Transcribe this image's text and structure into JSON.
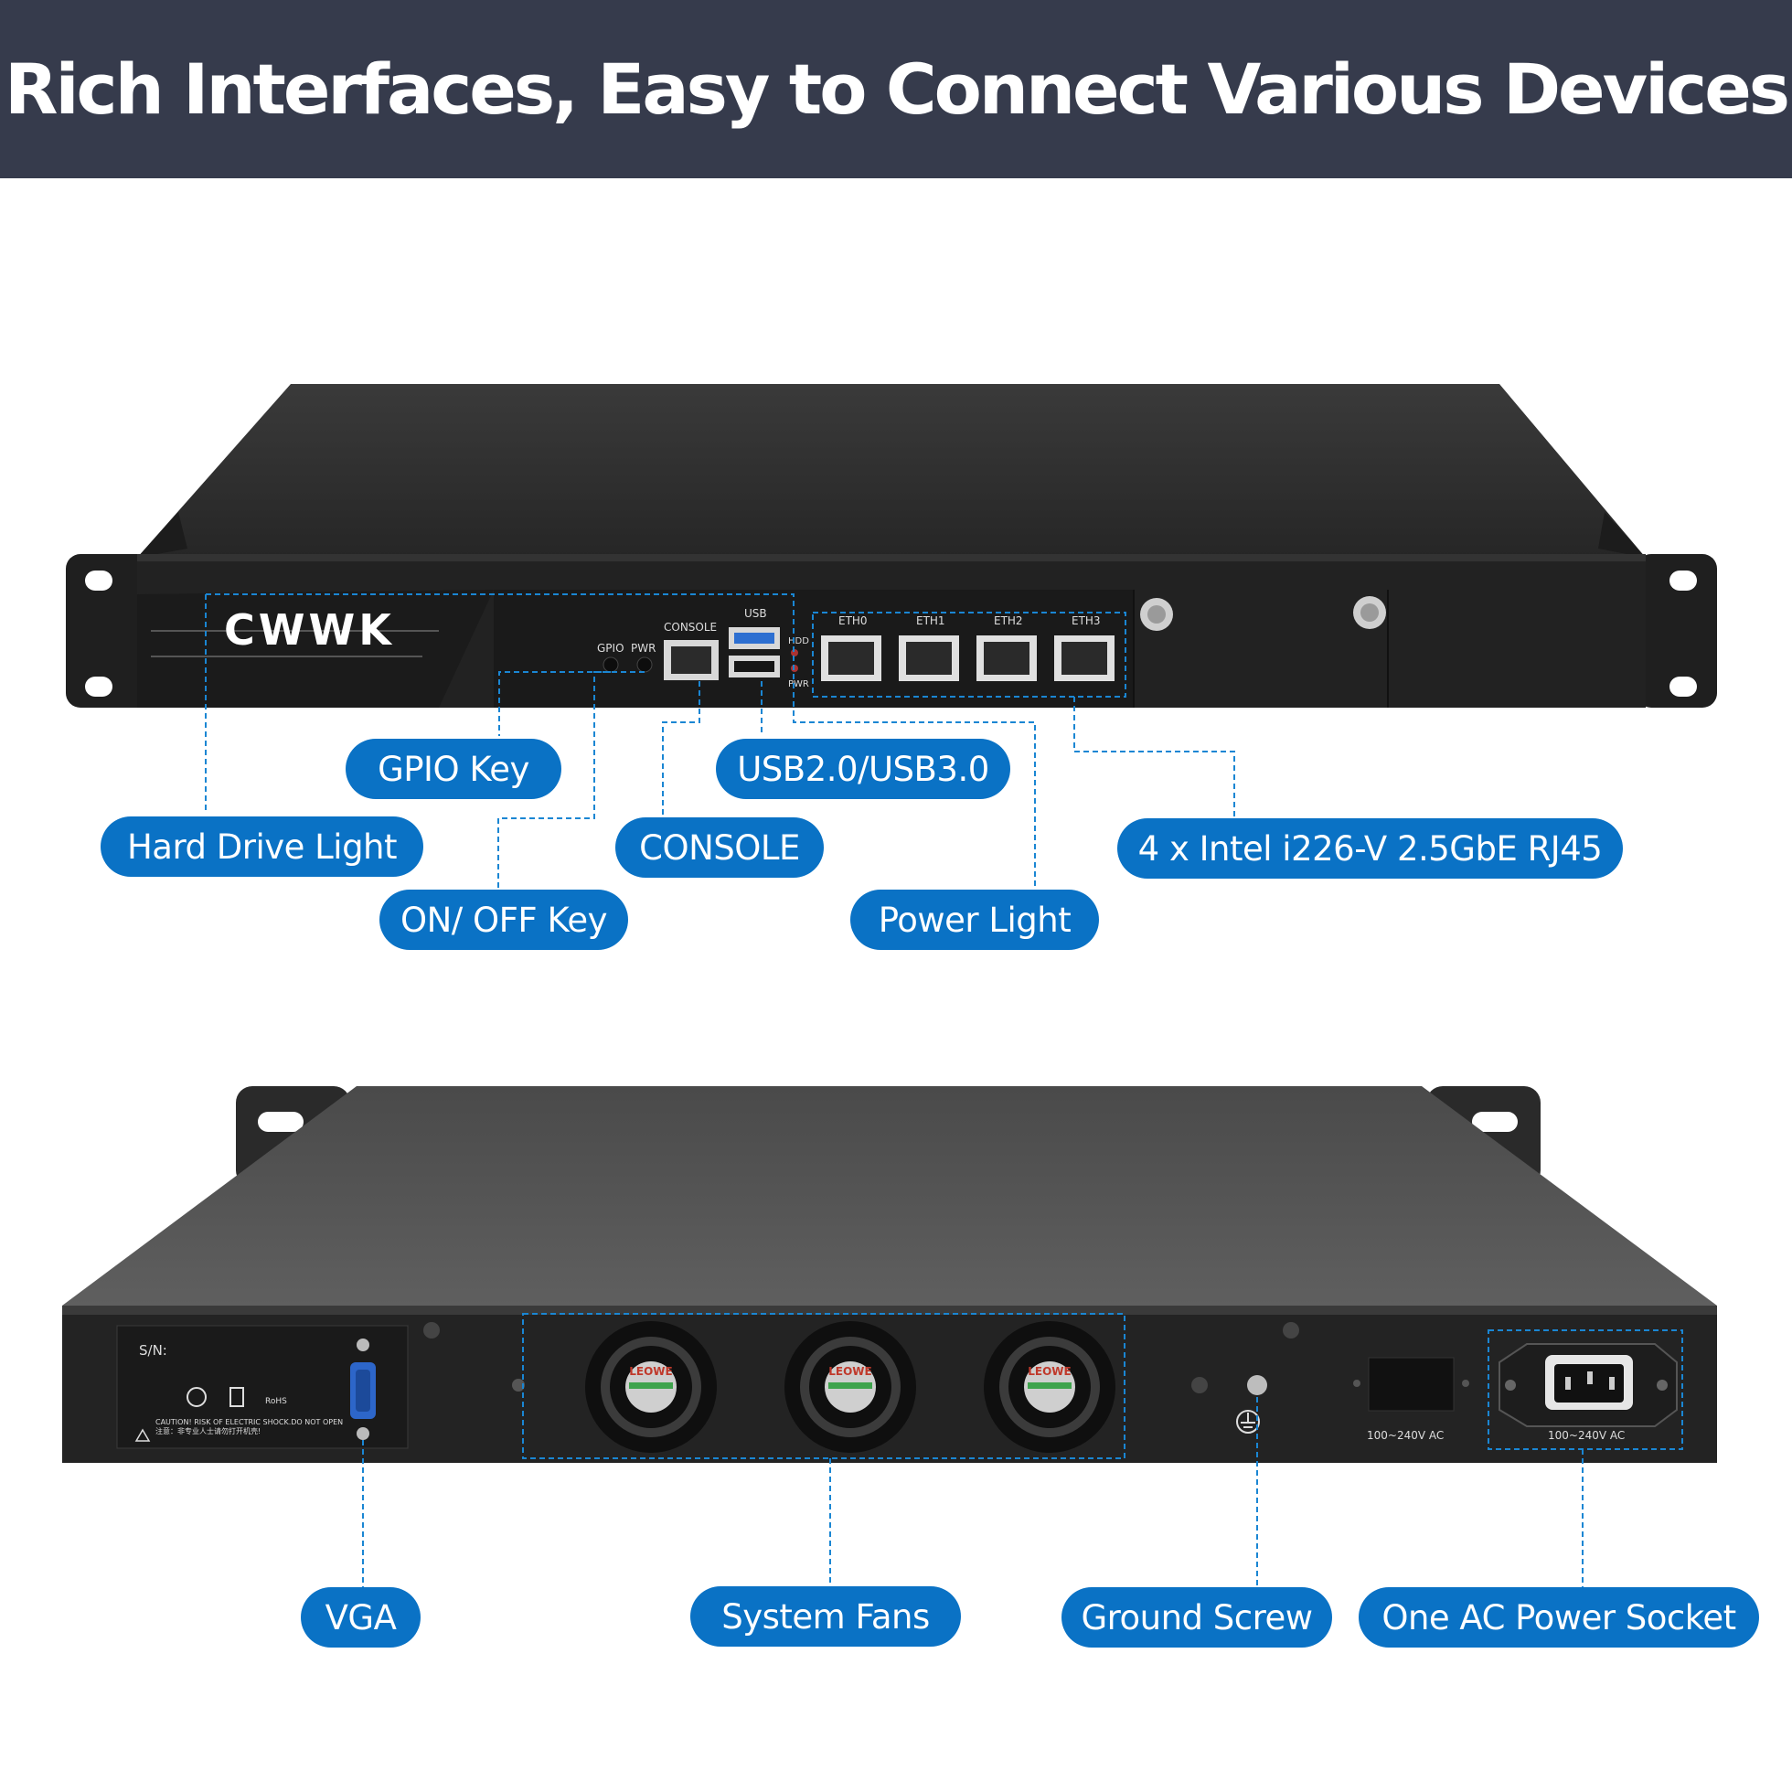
{
  "header": {
    "title": "Rich Interfaces, Easy to Connect Various Devices"
  },
  "colors": {
    "header_bg": "#363b4c",
    "pill_bg": "#0a72c5",
    "leader_line": "#1a86d3",
    "chassis": "#2b2b2b"
  },
  "front_panel": {
    "brand": "CWWK",
    "port_labels": {
      "gpio": "GPIO",
      "pwr": "PWR",
      "console": "CONSOLE",
      "usb": "USB",
      "hdd": "HDD",
      "pwr_led": "PWR",
      "eth0": "ETH0",
      "eth1": "ETH1",
      "eth2": "ETH2",
      "eth3": "ETH3"
    },
    "callouts": {
      "gpio_key": "GPIO Key",
      "usb": "USB2.0/USB3.0",
      "hard_drive_light": "Hard Drive Light",
      "console": "CONSOLE",
      "rj45": "4 x Intel i226-V 2.5GbE RJ45",
      "on_off_key": "ON/ OFF Key",
      "power_light": "Power Light"
    }
  },
  "rear_panel": {
    "sn_label": "S/N:",
    "caution_text": "CAUTION! RISK OF ELECTRIC SHOCK.DO NOT OPEN",
    "caution_cn": "注意：非专业人士请勿打开机壳!",
    "rohs_label": "RoHS",
    "fan_brand": "LEOWE",
    "voltage_left": "100~240V   AC",
    "voltage_right": "100~240V   AC",
    "callouts": {
      "vga": "VGA",
      "system_fans": "System Fans",
      "ground_screw": "Ground Screw",
      "ac_socket": "One AC Power Socket"
    }
  }
}
